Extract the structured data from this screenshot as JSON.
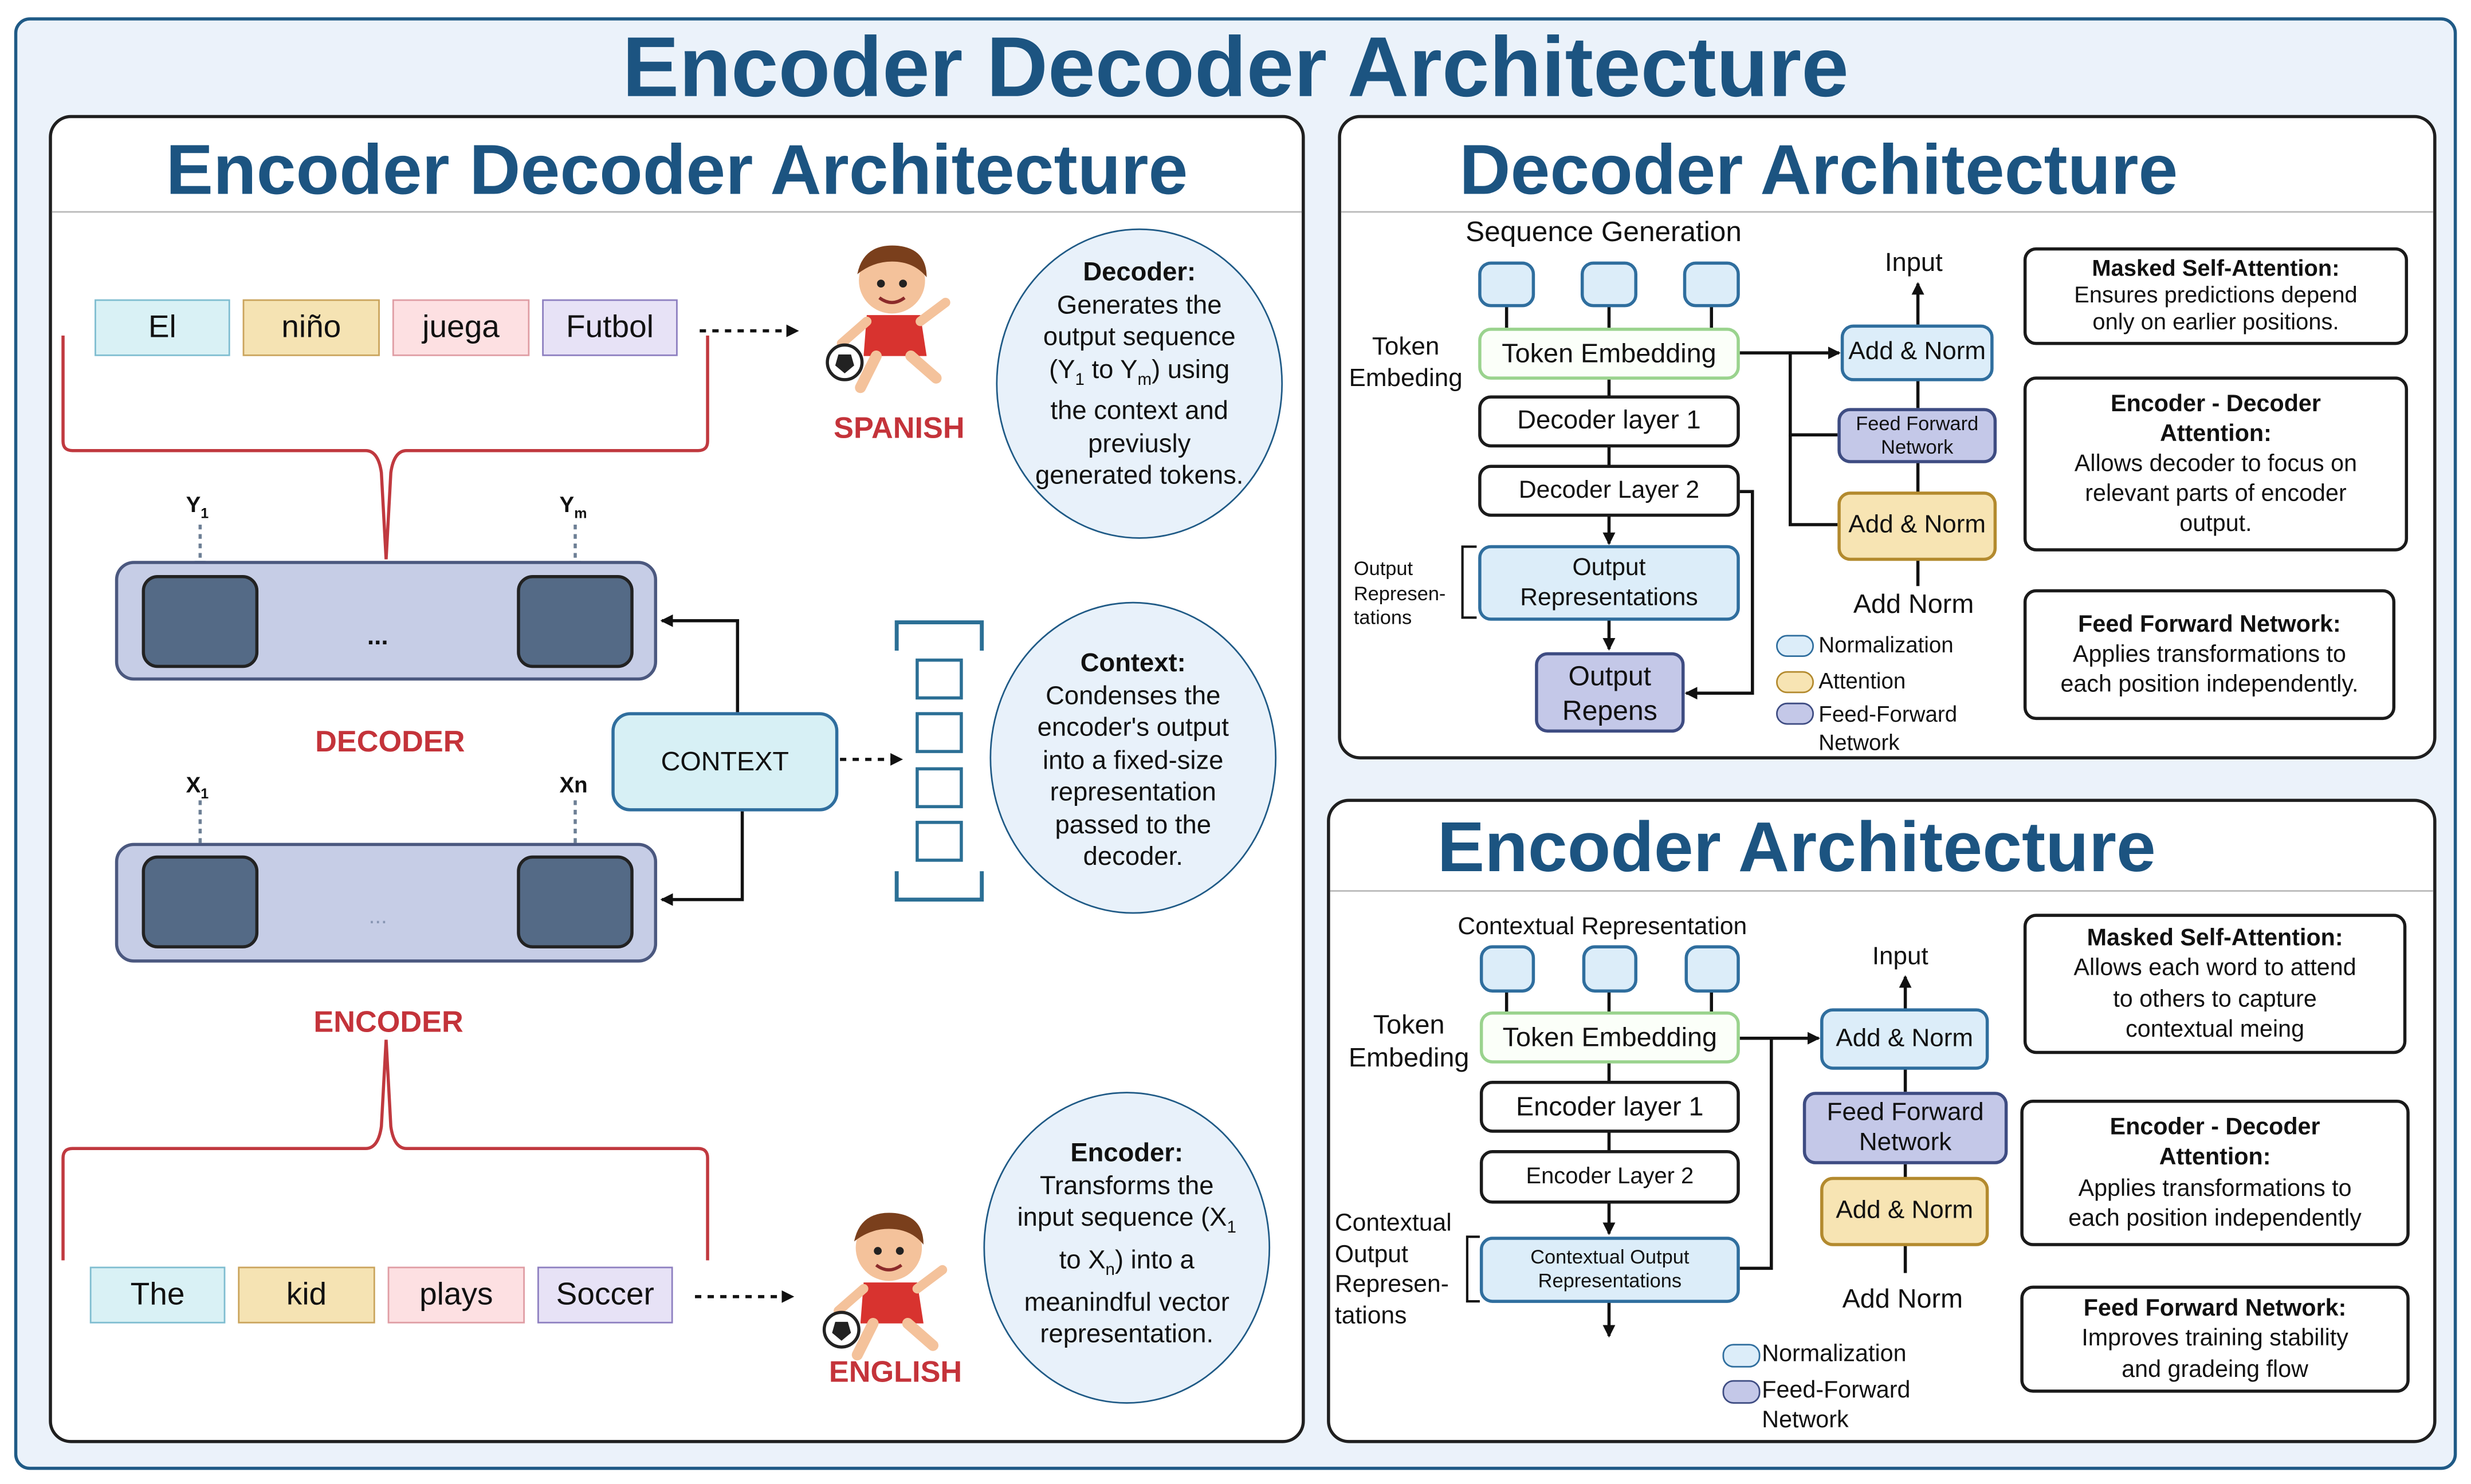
{
  "main_title": "Encoder Decoder Architecture",
  "left_panel": {
    "title": "Encoder Decoder Architecture",
    "spanish_tokens": [
      "El",
      "niño",
      "juega",
      "Futbol"
    ],
    "english_tokens": [
      "The",
      "kid",
      "plays",
      "Soccer"
    ],
    "spanish_label": "SPANISH",
    "english_label": "ENGLISH",
    "decoder_label": "DECODER",
    "encoder_label": "ENCODER",
    "context_label": "CONTEXT",
    "ellipsis": "...",
    "y_first": "Y",
    "y_first_sub": "1",
    "y_last": "Y",
    "y_last_sub": "m",
    "x_first": "X",
    "x_first_sub": "1",
    "x_last": "Xn",
    "decoder_note": {
      "title": "Decoder:",
      "line1": "Generates the",
      "line2": "output sequence",
      "line3_a": "(Y",
      "line3_sub1": "1",
      "line3_b": " to Y",
      "line3_sub2": "m",
      "line3_c": ") using",
      "line4": "the context and",
      "line5": "previusly",
      "line6": "generated tokens."
    },
    "context_note": {
      "title": "Context:",
      "lines": [
        "Condenses the",
        "encoder's output",
        "into a fixed-size",
        "representation",
        "passed to the",
        "decoder."
      ]
    },
    "encoder_note": {
      "title": "Encoder:",
      "line1": "Transforms the",
      "line2_a": "input sequence (X",
      "line2_sub": "1",
      "line3_a": "to X",
      "line3_sub": "n",
      "line3_b": ") into a",
      "line4": "meanindful vector",
      "line5": "representation."
    }
  },
  "decoder_panel": {
    "title": "Decoder Architecture",
    "sequence_generation": "Sequence Generation",
    "token_label_1": "Token",
    "token_label_2": "Embeding",
    "token_embedding": "Token Embedding",
    "layer1": "Decoder layer 1",
    "layer2": "Decoder Layer 2",
    "output_rep_1": "Output",
    "output_rep_2": "Representations",
    "output_repens_1": "Output",
    "output_repens_2": "Repens",
    "side_label": [
      "Output",
      "Represen-",
      "tations"
    ],
    "input": "Input",
    "add_norm_top": "Add & Norm",
    "feed_forward_1": "Feed Forward",
    "feed_forward_2": "Network",
    "add_norm_yellow": "Add & Norm",
    "add_norm_plain": "Add Norm",
    "legend": {
      "normalization": "Normalization",
      "attention": "Attention",
      "feed_forward_1": "Feed-Forward",
      "feed_forward_2": "Network"
    },
    "info": [
      {
        "title": "Masked Self-Attention:",
        "lines": [
          "Ensures predictions depend",
          "only on earlier positions."
        ]
      },
      {
        "title_1": "Encoder - Decoder",
        "title_2": "Attention:",
        "lines": [
          "Allows decoder to focus on",
          "relevant parts of encoder",
          "output."
        ]
      },
      {
        "title": "Feed Forward Network:",
        "lines": [
          "Applies transformations to",
          "each position independently."
        ]
      }
    ]
  },
  "encoder_panel": {
    "title": "Encoder Architecture",
    "contextual_representation": "Contextual Representation",
    "token_label_1": "Token",
    "token_label_2": "Embeding",
    "token_embedding": "Token Embedding",
    "layer1": "Encoder layer 1",
    "layer2": "Encoder Layer 2",
    "ctx_output_1": "Contextual Output",
    "ctx_output_2": "Representations",
    "side_label": [
      "Contextual",
      "Output",
      "Represen-",
      "tations"
    ],
    "input": "Input",
    "add_norm_top": "Add & Norm",
    "feed_forward_1": "Feed Forward",
    "feed_forward_2": "Network",
    "add_norm_yellow": "Add & Norm",
    "add_norm_plain": "Add Norm",
    "legend": {
      "normalization": "Normalization",
      "feed_forward_1": "Feed-Forward",
      "feed_forward_2": "Network"
    },
    "info": [
      {
        "title": "Masked Self-Attention:",
        "lines": [
          "Allows each word to attend",
          "to others to capture",
          "contextual meing"
        ]
      },
      {
        "title_1": "Encoder - Decoder",
        "title_2": "Attention:",
        "lines": [
          "Applies transformations to",
          "each position independently"
        ]
      },
      {
        "title": "Feed Forward Network:",
        "lines": [
          "Improves training stability",
          "and gradeing flow"
        ]
      }
    ]
  },
  "colors": {
    "title_blue": "#1c5481",
    "label_red": "#c4333a",
    "bracket_red": "#c0393f",
    "background": "#ebf2fa"
  }
}
